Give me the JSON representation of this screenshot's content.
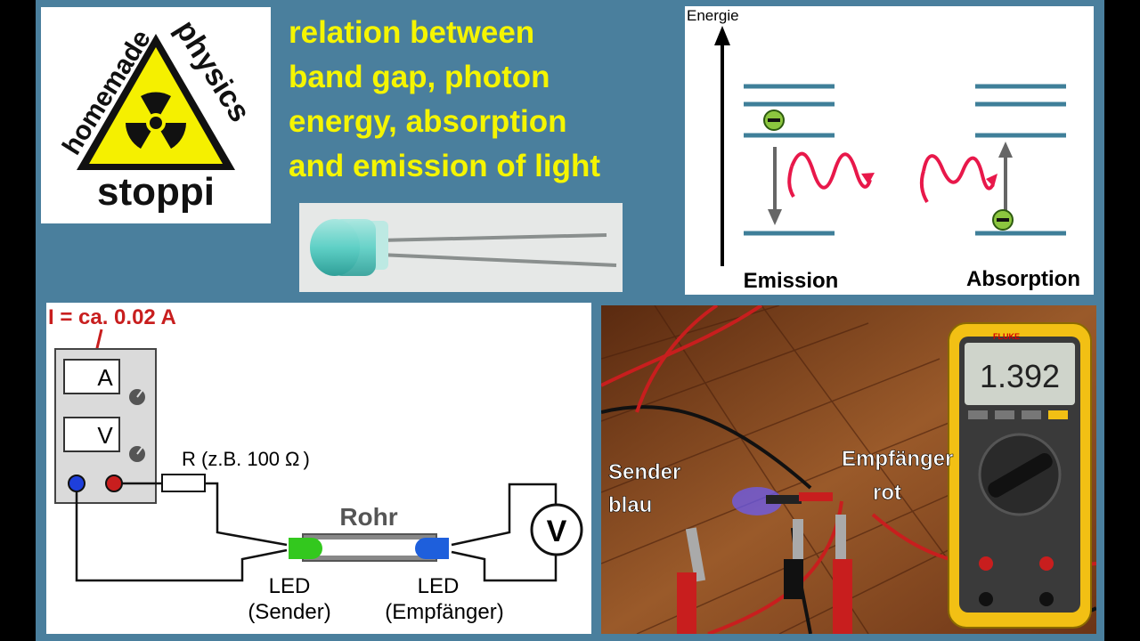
{
  "logo": {
    "word_top_left": "homemade",
    "word_top_right": "physics",
    "word_bottom": "stoppi"
  },
  "title": {
    "lines": [
      "relation between",
      "band gap, photon",
      "energy, absorption",
      "and emission of light"
    ]
  },
  "energy_diagram": {
    "axis_label": "Energie",
    "emission_label": "Emission",
    "absorption_label": "Absorption",
    "electron_sign": "−"
  },
  "circuit": {
    "current_label": "I = ca. 0.02 A",
    "ammeter_label": "A",
    "voltmeter_label": "V",
    "resistor_label": "R (z.B. 100",
    "ohm_symbol": "Ω",
    "resistor_label_end": ")",
    "tube_label": "Rohr",
    "voltmeter_circle_label": "V",
    "led_left_line1": "LED",
    "led_left_line2": "(Sender)",
    "led_right_line1": "LED",
    "led_right_line2": "(Empfänger)"
  },
  "photo": {
    "sender_label_1": "Sender",
    "sender_label_2": "blau",
    "receiver_label_1": "Empfänger",
    "receiver_label_2": "rot",
    "meter_reading": "1.392",
    "meter_brand": "FLUKE"
  },
  "colors": {
    "background": "#4a7f9d",
    "title_yellow": "#f5f500",
    "level_blue": "#3f7f99",
    "wave_red": "#e8184a",
    "wire_red": "#c81e1e",
    "led_green": "#33c81e",
    "led_blue": "#1e5fdc"
  }
}
